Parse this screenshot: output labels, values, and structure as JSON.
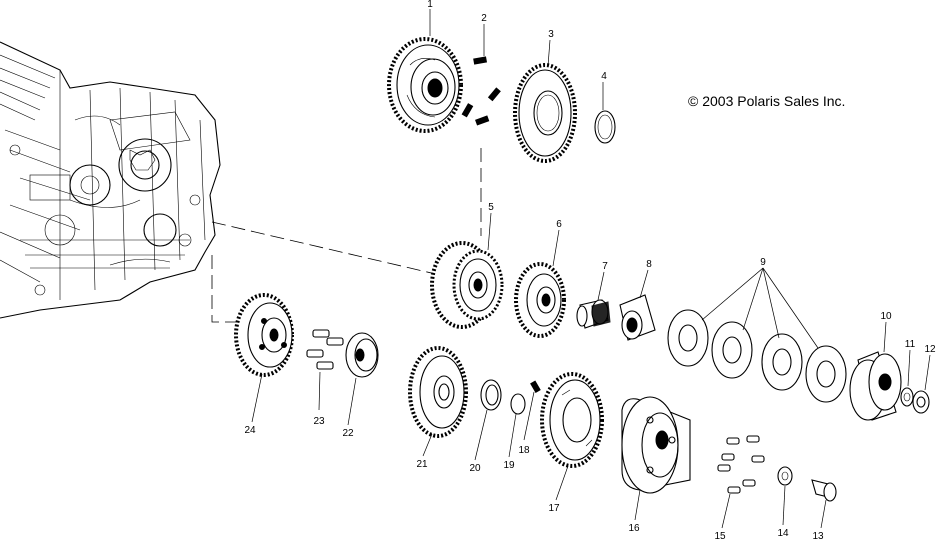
{
  "copyright": "© 2003 Polaris Sales Inc.",
  "callouts": [
    "1",
    "2",
    "3",
    "4",
    "5",
    "6",
    "7",
    "8",
    "9",
    "10",
    "11",
    "12",
    "13",
    "14",
    "15",
    "16",
    "17",
    "18",
    "19",
    "20",
    "21",
    "22",
    "23",
    "24"
  ]
}
